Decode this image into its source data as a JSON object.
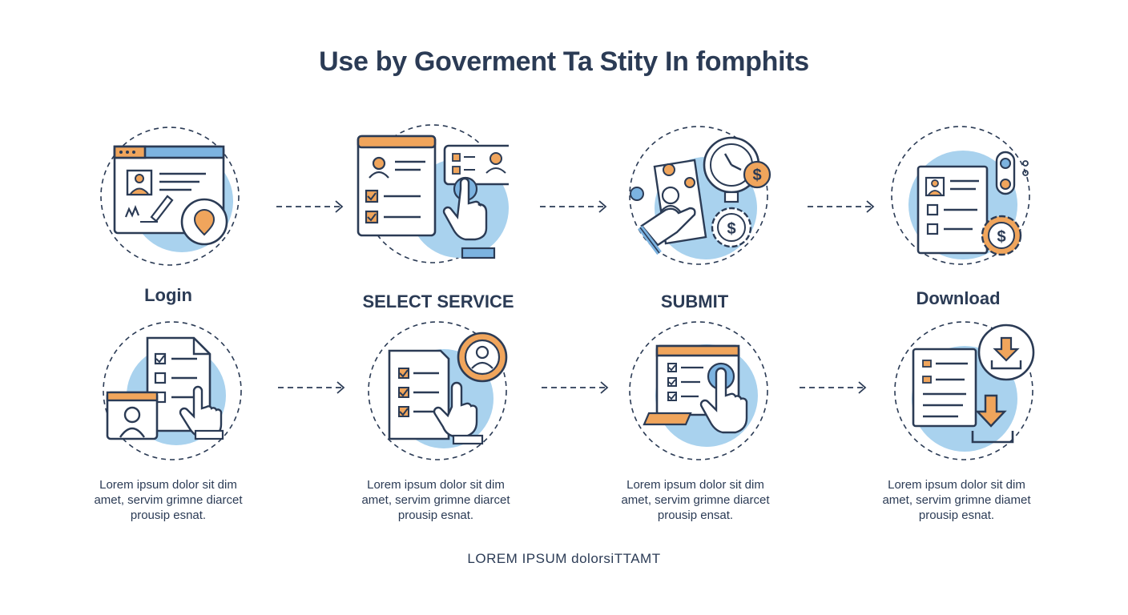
{
  "title": "Use by  Goverment Ta Stity In fomphits",
  "steps_top": [
    {
      "label": "Login"
    },
    {
      "label": "SELECT SERVICE"
    },
    {
      "label": "SUBMIT"
    },
    {
      "label": "Download"
    }
  ],
  "descriptions": [
    {
      "line1": "Lorem ipsum dolor sit dim",
      "line2": "amet, servim grimne diarcet",
      "line3": "prousip esnat."
    },
    {
      "line1": "Lorem ipsum dolor sit dim",
      "line2": "amet, servim grimne diarcet",
      "line3": "prousip esnat."
    },
    {
      "line1": "Lorem ipsum dolor sit dim",
      "line2": "amet, servim grimne diarcet",
      "line3": "prousip ensat."
    },
    {
      "line1": "Lorem ipsum dolor sit dim",
      "line2": "amet, servim grimne diamet",
      "line3": "prousip esnat."
    }
  ],
  "footer": "LOREM IPSUM dolorsiTTAMT",
  "colors": {
    "navy": "#2b3b55",
    "orange": "#f0a55c",
    "light_blue": "#a9d2ee",
    "blue": "#7cb3e0"
  }
}
